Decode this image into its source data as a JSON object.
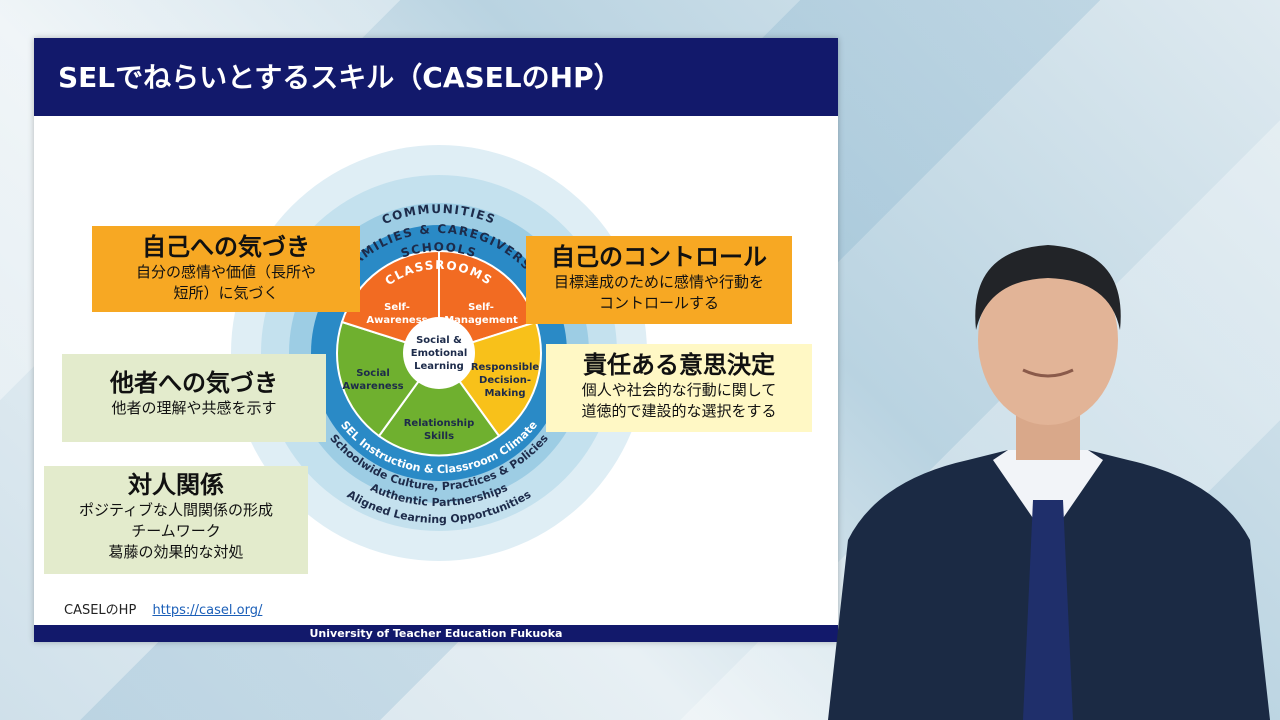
{
  "slide": {
    "title": "SELでねらいとするスキル（CASELのHP）",
    "footer": "University of Teacher Education Fukuoka",
    "caption_label": "CASELのHP",
    "caption_link": "https://casel.org/"
  },
  "wheel": {
    "rings": [
      "COMMUNITIES",
      "FAMILIES & CAREGIVERS",
      "SCHOOLS",
      "CLASSROOMS"
    ],
    "lower_arcs": [
      "SEL Instruction & Classroom Climate",
      "Schoolwide Culture, Practices & Policies",
      "Authentic Partnerships",
      "Aligned Learning Opportunities"
    ],
    "center": [
      "Social &",
      "Emotional",
      "Learning"
    ],
    "segments": [
      {
        "lines": [
          "Self-",
          "Awareness"
        ],
        "color": "#f26b22"
      },
      {
        "lines": [
          "Self-",
          "Management"
        ],
        "color": "#f26b22"
      },
      {
        "lines": [
          "Responsible",
          "Decision-",
          "Making"
        ],
        "color": "#f8c11a"
      },
      {
        "lines": [
          "Relationship",
          "Skills"
        ],
        "color": "#6fb02f"
      },
      {
        "lines": [
          "Social",
          "Awareness"
        ],
        "color": "#6fb02f"
      }
    ]
  },
  "boxes": {
    "self_awareness": {
      "head": "自己への気づき",
      "body1": "自分の感情や価値（長所や",
      "body2": "短所）に気づく"
    },
    "self_management": {
      "head": "自己のコントロール",
      "body1": "目標達成のために感情や行動を",
      "body2": "コントロールする"
    },
    "responsible": {
      "head": "責任ある意思決定",
      "body1": "個人や社会的な行動に関して",
      "body2": "道徳的で建設的な選択をする"
    },
    "social_awareness": {
      "head": "他者への気づき",
      "body1": "他者の理解や共感を示す"
    },
    "relationship": {
      "head": "対人関係",
      "body1": "ポジティブな人間関係の形成",
      "body2": "チームワーク",
      "body3": "葛藤の効果的な対処"
    }
  },
  "colors": {
    "title_bar": "#12196b",
    "orange": "#f7a823",
    "yellow": "#fff8c5",
    "green": "#e3ebcc"
  }
}
